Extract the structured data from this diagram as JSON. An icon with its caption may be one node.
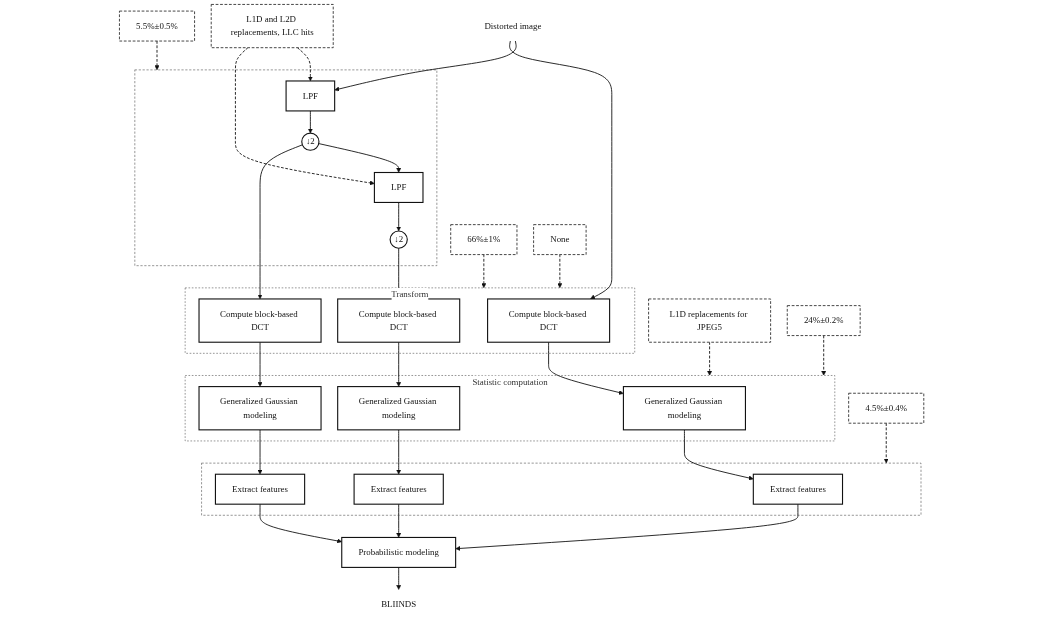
{
  "diagram": {
    "nodes": [
      {
        "text": [
          "L1D and L2D replacements, LLC hits"
        ]
      },
      {
        "text": [
          "5.5%±0.5%"
        ]
      },
      {
        "text": [
          "66%±1%"
        ]
      },
      {
        "text": [
          "Distorted image"
        ]
      },
      {
        "text": [],
        "shape": "box"
      },
      {
        "text": [
          "LPF"
        ],
        "in": 4
      },
      {
        "text": [
          "↓2"
        ],
        "in": 4
      },
      {
        "text": [
          "LPF"
        ],
        "in": 4
      },
      {
        "text": [
          "↓2"
        ],
        "in": 4
      },
      {
        "text": [
          "Transform"
        ]
      },
      {
        "text": [
          "Compute block-based DCT"
        ],
        "in": 9
      },
      {
        "text": [
          "Compute block-based DCT"
        ],
        "in": 9
      },
      {
        "text": [
          "Compute block-based DCT"
        ],
        "in": 9
      },
      {
        "text": [
          "None"
        ]
      },
      {
        "text": [
          "Statistic computation"
        ]
      },
      {
        "text": [
          "Generalized Gaussian modeling"
        ],
        "in": 14
      },
      {
        "text": [
          "Generalized Gaussian modeling"
        ],
        "in": 14
      },
      {
        "text": [
          "Generalized Gaussian modeling"
        ],
        "in": 14
      },
      {
        "text": [
          "L1D replacements for JPEG5"
        ]
      },
      {
        "text": [
          "24%±0.2%"
        ]
      },
      {
        "text": [],
        "shape": "box"
      },
      {
        "text": [
          "Extract features"
        ],
        "in": 20
      },
      {
        "text": [
          "Extract features"
        ],
        "in": 20
      },
      {
        "text": [
          "Extract features"
        ],
        "in": 20
      },
      {
        "text": [
          "4.5%±0.4%"
        ]
      },
      {
        "text": [
          "Probabilistic modeling"
        ]
      },
      {
        "text": [
          "BLIINDS"
        ]
      }
    ],
    "edges": [
      {
        "from": 3,
        "to": 5,
        "arrow": "to"
      },
      {
        "from": 3,
        "to": 10,
        "arrow": "to"
      },
      {
        "from": 5,
        "to": 6,
        "arrow": "to"
      },
      {
        "from": 6,
        "to": 7,
        "arrow": "to"
      },
      {
        "from": 6,
        "to": 11,
        "arrow": "to"
      },
      {
        "from": 7,
        "to": 8,
        "arrow": "to"
      },
      {
        "from": 8,
        "to": 12,
        "arrow": "to"
      },
      {
        "from": 0,
        "to": 5,
        "arrow": "to",
        "style": "dashed"
      },
      {
        "from": 0,
        "to": 7,
        "arrow": "to",
        "style": "dashed"
      },
      {
        "from": 1,
        "to": 4,
        "arrow": "to",
        "style": "dashed"
      },
      {
        "from": 2,
        "to": 9,
        "arrow": "to",
        "style": "dashed"
      },
      {
        "from": 10,
        "to": 15,
        "arrow": "to"
      },
      {
        "from": 11,
        "to": 16,
        "arrow": "to"
      },
      {
        "from": 12,
        "to": 17,
        "arrow": "to"
      },
      {
        "from": 13,
        "to": 9,
        "arrow": "to",
        "style": "dashed"
      },
      {
        "from": 18,
        "to": 14,
        "arrow": "to",
        "style": "dashed"
      },
      {
        "from": 19,
        "to": 14,
        "arrow": "to",
        "style": "dashed"
      },
      {
        "from": 15,
        "to": 21,
        "arrow": "to"
      },
      {
        "from": 16,
        "to": 22,
        "arrow": "to"
      },
      {
        "from": 17,
        "to": 23,
        "arrow": "to"
      },
      {
        "from": 24,
        "to": 20,
        "arrow": "to",
        "style": "dashed"
      },
      {
        "from": 21,
        "to": 25,
        "arrow": "to"
      },
      {
        "from": 22,
        "to": 25,
        "arrow": "to"
      },
      {
        "from": 23,
        "to": 25,
        "arrow": "to"
      },
      {
        "from": 25,
        "to": 26,
        "arrow": "to"
      }
    ]
  }
}
